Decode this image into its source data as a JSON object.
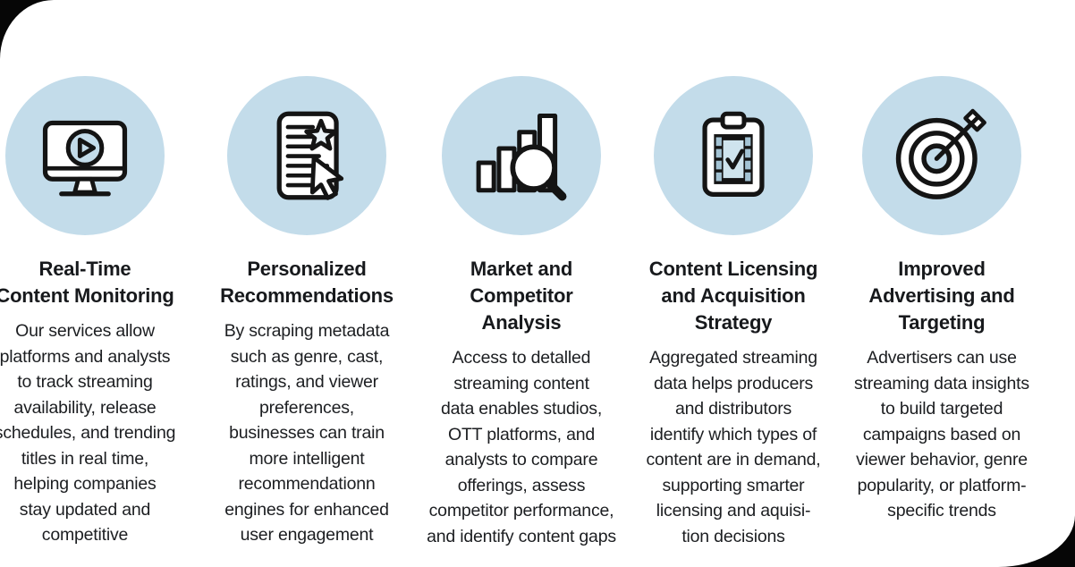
{
  "theme": {
    "bubble_bg": "#c3dcea",
    "outline": "#141414",
    "text": "#17191c",
    "page_bg": "#ffffff",
    "frame_bg": "#060606",
    "sprocket_blue": "#a3c3d4",
    "film_frame_blue": "#cfe4ee"
  },
  "columns": [
    {
      "icon": "monitor-play-icon",
      "title": "Real-Time\nContent Monitoring",
      "description": "Our services allow\nplatforms and analysts\nto track streaming\navailability, release\nschedules, and trending\ntitles in real time,\nhelping companies\nstay updated and\ncompetitive"
    },
    {
      "icon": "document-star-cursor-icon",
      "title": "Personalized\nRecommendations",
      "description": "By scraping metadata\nsuch as genre, cast,\nratings, and viewer\npreferences,\nbusinesses can train\nmore intelligent\nrecommendationn\nengines for enhanced\nuser engagement"
    },
    {
      "icon": "bar-chart-magnifier-icon",
      "title": "Market and\nCompetitor\nAnalysis",
      "description": "Access to detalled\nstreaming content\ndata enables studios,\nOTT platforms, and\nanalysts to compare\nofferings, assess\ncompetitor performance,\nand identify content gaps"
    },
    {
      "icon": "clipboard-film-check-icon",
      "title": "Content Licensing\nand Acquisition\nStrategy",
      "description": "Aggregated streaming\ndata helps producers\nand distributors\nidentify which types of\ncontent are in demand,\nsupporting smarter\nlicensing and aquisi-\ntion decisions"
    },
    {
      "icon": "target-arrow-icon",
      "title": "Improved\nAdvertising and\nTargeting",
      "description": "Advertisers can use\nstreaming data insights\nto build targeted\ncampaigns based on\nviewer behavior, genre\npopularity, or platform-\nspecific trends"
    }
  ]
}
